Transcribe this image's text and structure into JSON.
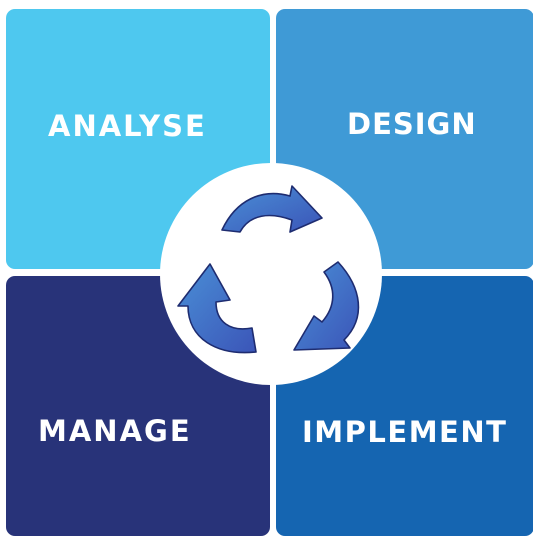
{
  "quadrants": {
    "analyse": {
      "label": "ANALYSE",
      "color": "#4ec8ef"
    },
    "design": {
      "label": "DESIGN",
      "color": "#3f9ad6"
    },
    "manage": {
      "label": "MANAGE",
      "color": "#283379"
    },
    "implement": {
      "label": "IMPLEMENT",
      "color": "#1565b1"
    }
  },
  "center": {
    "background": "#ffffff",
    "icon": "recycle-cycle-arrows-icon",
    "arrow_colors": [
      "#4a8fd6",
      "#3b55b8"
    ]
  }
}
